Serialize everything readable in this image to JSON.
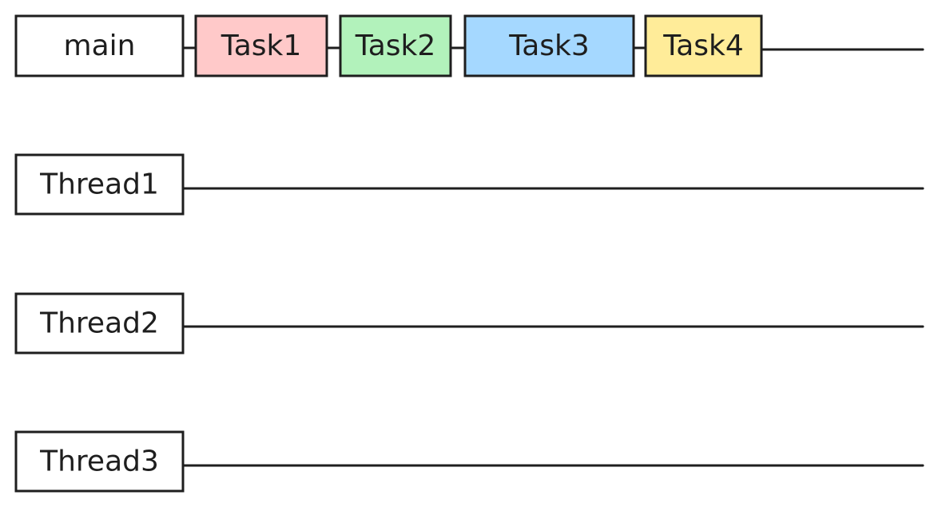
{
  "main_row": {
    "label": "main",
    "tasks": [
      {
        "label": "Task1",
        "color": "#ffc9c9"
      },
      {
        "label": "Task2",
        "color": "#b2f2bb"
      },
      {
        "label": "Task3",
        "color": "#a5d8ff"
      },
      {
        "label": "Task4",
        "color": "#ffec99"
      }
    ]
  },
  "threads": [
    {
      "label": "Thread1"
    },
    {
      "label": "Thread2"
    },
    {
      "label": "Thread3"
    }
  ],
  "colors": {
    "stroke": "#1e1e1e",
    "box_fill": "#ffffff"
  }
}
